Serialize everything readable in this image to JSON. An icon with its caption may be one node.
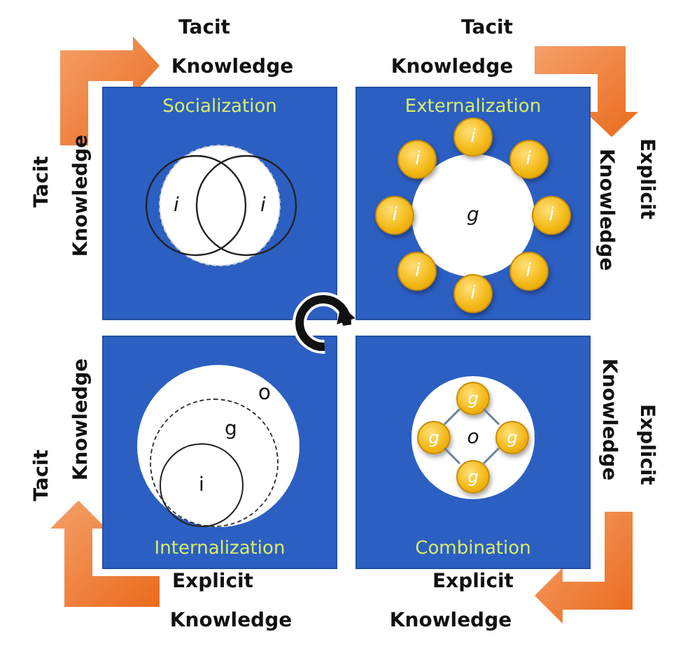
{
  "diagram": {
    "nodes": [
      {
        "text": [
          "Socialization"
        ]
      },
      {
        "text": [
          "Externalization"
        ]
      },
      {
        "text": [
          "Internalization"
        ]
      },
      {
        "text": [
          "Combination"
        ]
      },
      {
        "text": [
          "i"
        ],
        "in": 0
      },
      {
        "text": [
          "i"
        ],
        "in": 0
      },
      {
        "text": [
          "g"
        ],
        "in": 1
      },
      {
        "text": [
          "i"
        ],
        "in": 1
      },
      {
        "text": [
          "i"
        ],
        "in": 1
      },
      {
        "text": [
          "i"
        ],
        "in": 1
      },
      {
        "text": [
          "i"
        ],
        "in": 1
      },
      {
        "text": [
          "i"
        ],
        "in": 1
      },
      {
        "text": [
          "i"
        ],
        "in": 1
      },
      {
        "text": [
          "i"
        ],
        "in": 1
      },
      {
        "text": [
          "i"
        ],
        "in": 1
      },
      {
        "text": [
          "o"
        ],
        "in": 2
      },
      {
        "text": [
          "g"
        ],
        "in": 15
      },
      {
        "text": [
          "i"
        ],
        "in": 16
      },
      {
        "text": [
          "o"
        ],
        "in": 3
      },
      {
        "text": [
          "g"
        ],
        "in": 18
      },
      {
        "text": [
          "g"
        ],
        "in": 18
      },
      {
        "text": [
          "g"
        ],
        "in": 18
      },
      {
        "text": [
          "g"
        ],
        "in": 18
      }
    ],
    "edges": [
      {
        "from": 19,
        "to": 21,
        "arrow": "none"
      },
      {
        "from": 21,
        "to": 22,
        "arrow": "none"
      },
      {
        "from": 22,
        "to": 20,
        "arrow": "none"
      },
      {
        "from": 20,
        "to": 19,
        "arrow": "none"
      }
    ],
    "labels": [
      "Tacit",
      "Knowledge",
      "Tacit",
      "Knowledge",
      "Tacit",
      "Knowledge",
      "Explicit",
      "Knowledge",
      "Knowledge",
      "Tacit",
      "Knowledge",
      "Explicit",
      "Explicit",
      "Knowledge",
      "Explicit",
      "Knowledge"
    ]
  }
}
